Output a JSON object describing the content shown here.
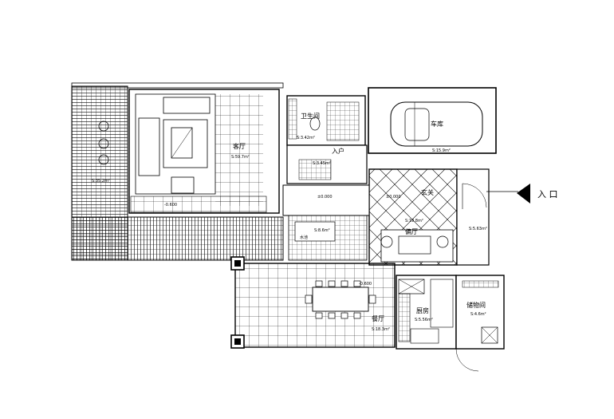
{
  "rooms": {
    "garage": {
      "name": "车库",
      "area": "S:15.9m²"
    },
    "living": {
      "name": "客厅",
      "area": "S:59.7m²"
    },
    "bathroom": {
      "name": "卫生间",
      "area": "S:3.42m²"
    },
    "foyer": {
      "name": "入户",
      "area": "S:3.45m²"
    },
    "entrance_hall": {
      "name": "玄关",
      "area": "S:19.8m²"
    },
    "side_hall": {
      "name": "偏厅"
    },
    "dining": {
      "name": "餐厅",
      "area": "S:18.3m²"
    },
    "kitchen": {
      "name": "厨房",
      "area": "S:5.56m²"
    },
    "storage": {
      "name": "储物间",
      "area": "S:4.6m²"
    },
    "terrace": {
      "area": "S:35.2m²"
    },
    "water_pool": {
      "name": "水池",
      "area": "S:8.6m²"
    },
    "porch": {
      "area": "S:5.63m²"
    }
  },
  "levels": {
    "living": "-0.600",
    "hall_a": "±0.000",
    "hall_b": "±0.000",
    "dining": "-0.600"
  },
  "entry_label": "入 口",
  "colors": {
    "line": "#000000",
    "fill": "#ffffff"
  }
}
